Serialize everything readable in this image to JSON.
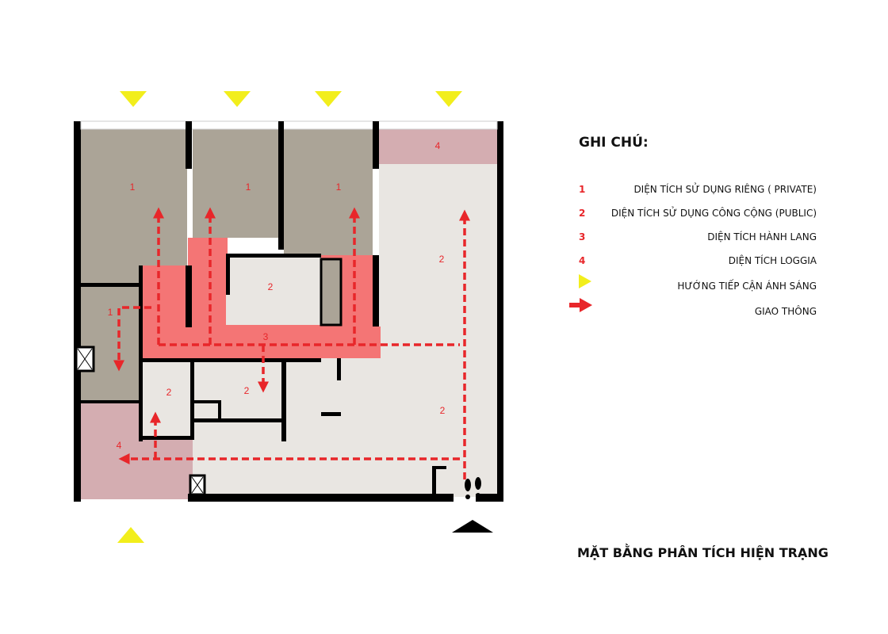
{
  "legend": {
    "title": "GHI CHÚ:",
    "items": [
      {
        "key": "1",
        "text": "DIỆN TÍCH SỬ DỤNG RIÊNG ( PRIVATE)"
      },
      {
        "key": "2",
        "text": "DIỆN TÍCH SỬ DỤNG CÔNG CỘNG (PUBLIC)"
      },
      {
        "key": "3",
        "text": "DIỆN TÍCH HÀNH LANG"
      },
      {
        "key": "4",
        "text": "DIỆN TÍCH LOGGIA"
      },
      {
        "key": "yellow-triangle-icon",
        "text": "HƯỚNG TIẾP CẬN ÁNH SÁNG"
      },
      {
        "key": "red-arrow-icon",
        "text": "GIAO THÔNG"
      }
    ]
  },
  "plan_labels": {
    "private_1": "1",
    "private_2": "1",
    "private_3": "1",
    "private_4": "1",
    "public_1": "2",
    "public_2": "2",
    "public_3": "2",
    "public_4": "2",
    "public_5": "2",
    "corridor": "3",
    "loggia_1": "4",
    "loggia_2": "4"
  },
  "colors": {
    "private": "#aba497",
    "public": "#e9e6e2",
    "corridor": "#f47575",
    "loggia": "#d4adb1",
    "arrow": "#e8262a",
    "light": "#f2ee1c"
  },
  "title": "MẶT BẰNG PHÂN TÍCH HIỆN TRẠNG"
}
